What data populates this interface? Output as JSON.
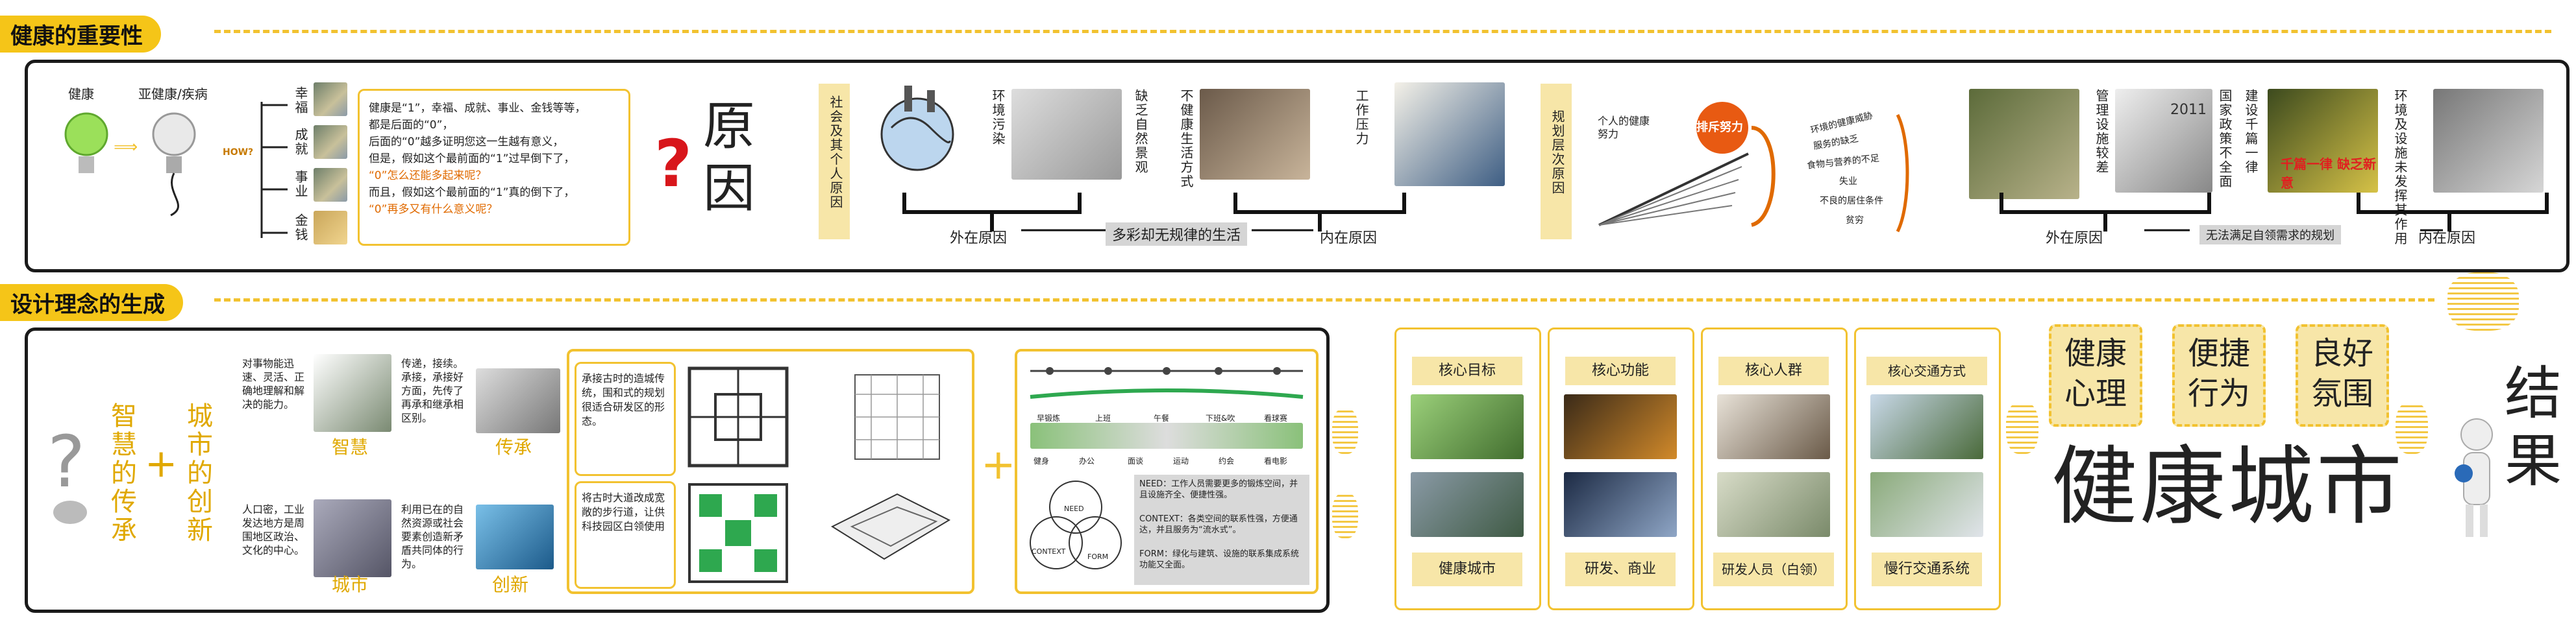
{
  "section1": {
    "title": "健康的重要性",
    "intro": {
      "healthy": "健康",
      "sub_healthy": "亚健康/疾病",
      "branches": [
        "幸福",
        "成就",
        "事业",
        "金钱"
      ],
      "how": "HOW?",
      "para": [
        "健康是“1”，幸福、成就、事业、金钱等等，",
        "都是后面的“0”，",
        "后面的“0”越多证明您这一生越有意义，",
        "但是，假如这个最前面的“1”过早倒下了，",
        "“0”怎么还能多起来呢？",
        "而且，假如这个最前面的“1”真的倒下了，",
        "“0”再多又有什么意义呢？"
      ]
    },
    "cause_char": [
      "原",
      "因"
    ],
    "social": {
      "label": "社会及其个人原因",
      "items": [
        "环境污染",
        "缺乏自然景观",
        "不健康生活方式",
        "工作压力"
      ],
      "outer": "外在原因",
      "middle": "多彩却无规律的生活",
      "inner": "内在原因"
    },
    "planning": {
      "label": "规划层次原因",
      "effort": "个人的健康努力",
      "bubble": "排斥努力",
      "bars": [
        "环境的健康威胁",
        "服务的缺乏",
        "食物与营养的不足",
        "失业",
        "不良的居住条件",
        "贫穷"
      ],
      "items": [
        "管理设施较差",
        "国家政策不全面",
        "建设千篇一律",
        "环境及设施未发挥其作用"
      ],
      "year": "2011",
      "sign": "千篇一律 缺乏新意",
      "outer": "外在原因",
      "middle": "无法满足自领需求的规划",
      "inner": "内在原因"
    }
  },
  "section2": {
    "title": "设计理念的生成",
    "left": {
      "col1": [
        "智",
        "慧",
        "的",
        "传",
        "承"
      ],
      "plus": "+",
      "col2": [
        "城",
        "市",
        "的",
        "创",
        "新"
      ],
      "items": [
        {
          "desc": "对事物能迅速、灵活、正确地理解和解决的能力。",
          "tag": "智慧"
        },
        {
          "desc": "传递，接续。承接，承接好方面，先传了再承和继承相区别。",
          "tag": "传承"
        },
        {
          "desc": "人口密，工业发达地方是周围地区政治、文化的中心。",
          "tag": "城市"
        },
        {
          "desc": "利用已在的自然资源或社会要素创造新矛盾共同体的行为。",
          "tag": "创新"
        }
      ]
    },
    "middle": {
      "top_text": "承接古时的造城传统，围和式的规划很适合研发区的形态。",
      "bottom_text": "将古时大道改成宽敞的步行道，让供科技园区白领使用"
    },
    "plus": "+",
    "right_diag": {
      "labels_top": [
        "早锻炼",
        "上班",
        "午餐",
        "下班&吹",
        "看球赛"
      ],
      "labels_bottom": [
        "健身",
        "办公",
        "面谈",
        "运动",
        "约会",
        "看电影"
      ],
      "venn": [
        "NEED",
        "CONTEXT",
        "FORM"
      ],
      "need": "NEED：工作人员需要更多的锻炼空间，并且设施齐全、便捷性强。",
      "context": "CONTEXT：各类空间的联系性强，方便通达，并且服务为“流水式”。",
      "form": "FORM：绿化与建筑、设施的联系集成系统功能又全面。"
    },
    "cards": [
      {
        "head": "核心目标",
        "foot": "健康城市"
      },
      {
        "head": "核心功能",
        "foot": "研发、商业"
      },
      {
        "head": "核心人群",
        "foot": "研发人员（白领）"
      },
      {
        "head": "核心交通方式",
        "foot": "慢行交通系统"
      }
    ],
    "result_boxes": [
      "健康心理",
      "便捷行为",
      "良好氛围"
    ],
    "result_title": "健康城市",
    "result_char": [
      "结",
      "果"
    ]
  },
  "colors": {
    "accent": "#f5c518",
    "dashed": "#f2c230",
    "orange": "#e06a00",
    "panel_border": "#1a1a1a"
  }
}
